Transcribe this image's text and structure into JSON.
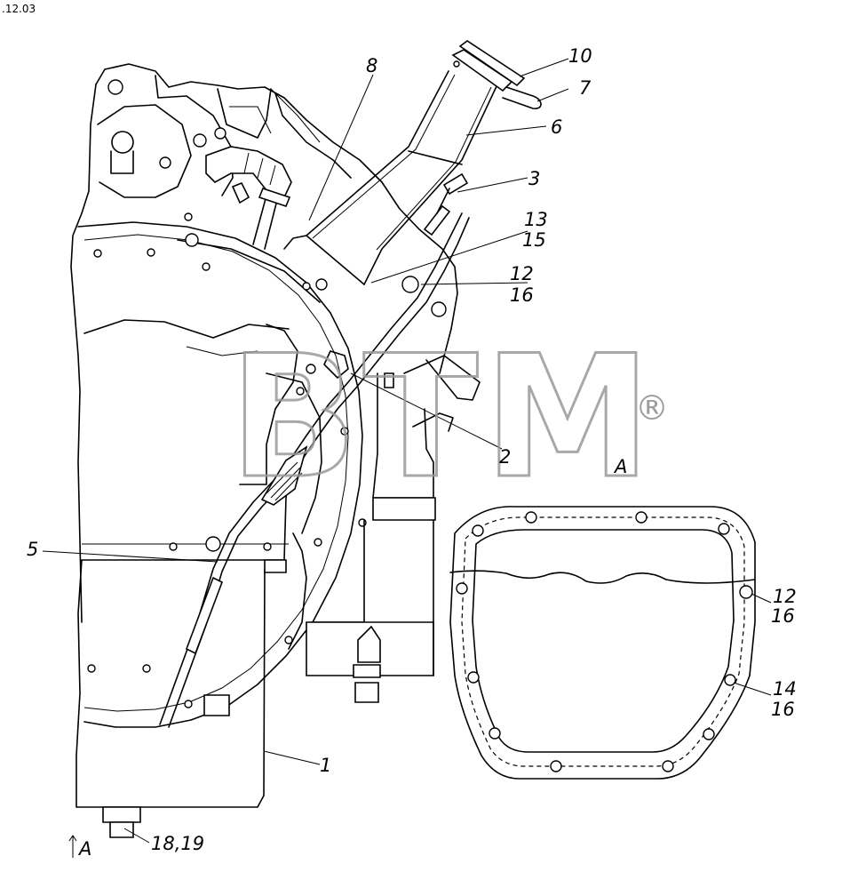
{
  "document": {
    "code": ".12.03"
  },
  "watermark": {
    "text": "BTM",
    "registered_mark": "®"
  },
  "view_labels": {
    "view_a_arrow": "A",
    "view_a_title": "A"
  },
  "callouts": {
    "c1": "1",
    "c2": "2",
    "c3": "3",
    "c5": "5",
    "c6": "6",
    "c7": "7",
    "c8": "8",
    "c10": "10",
    "c13_15_a": "13",
    "c13_15_b": "15",
    "c12_16_a": "12",
    "c12_16_b": "16",
    "c12_16_view_a": "12",
    "c12_16_view_b": "16",
    "c14_16_a": "14",
    "c14_16_b": "16",
    "c18_19": "18,19"
  }
}
